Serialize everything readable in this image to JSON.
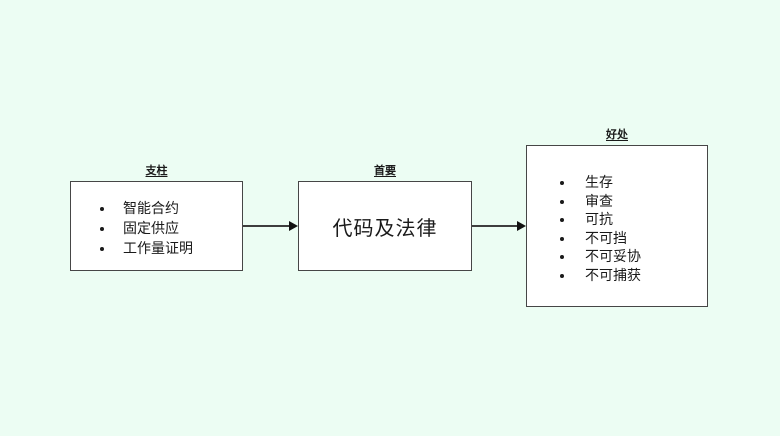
{
  "canvas": {
    "background_color": "#ecfdf3",
    "node_fill": "#ffffff",
    "node_border_color": "#464646",
    "text_color": "#1a1a1a",
    "arrow_color": "#3d3d3d"
  },
  "diagram": {
    "nodes": [
      {
        "id": "pillars",
        "title": "支柱",
        "items": [
          "智能合约",
          "固定供应",
          "工作量证明"
        ]
      },
      {
        "id": "primary",
        "title": "首要",
        "label": "代码及法律"
      },
      {
        "id": "benefits",
        "title": "好处",
        "items": [
          "生存",
          "审查",
          "可抗",
          "不可挡",
          "不可妥协",
          "不可捕获"
        ]
      }
    ],
    "connections": [
      {
        "from": "pillars",
        "to": "primary"
      },
      {
        "from": "primary",
        "to": "benefits"
      }
    ]
  }
}
